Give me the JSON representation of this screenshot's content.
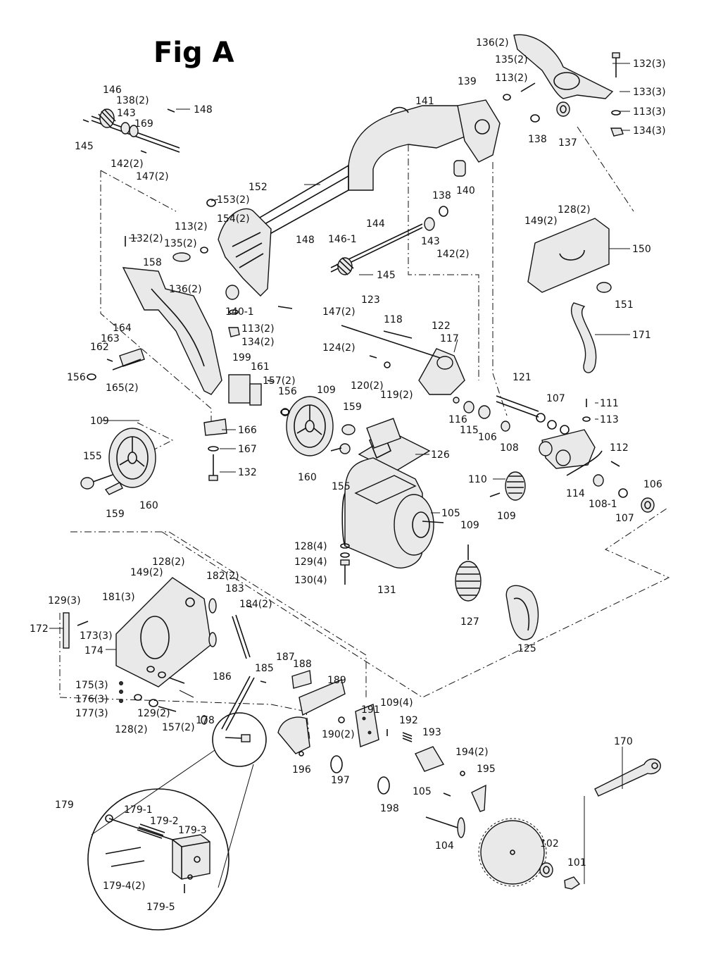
{
  "figure_title": "Fig A",
  "labels": {
    "p146": "146",
    "p138_2": "138(2)",
    "p143": "143",
    "p148": "148",
    "p169": "169",
    "p145": "145",
    "p142_2": "142(2)",
    "p147_2": "147(2)",
    "p136_2": "136(2)",
    "p135_2": "135(2)",
    "p132_3": "132(3)",
    "p139": "139",
    "p113_2a": "113(2)",
    "p133_3": "133(3)",
    "p141": "141",
    "p113_3": "113(3)",
    "p134_3": "134(3)",
    "p138b": "138",
    "p137": "137",
    "p153_2": "153(2)",
    "p152": "152",
    "p154_2": "154(2)",
    "p113_2b": "113(2)",
    "p140": "140",
    "p138c": "138",
    "p149_2a": "149(2)",
    "p128_2a": "128(2)",
    "p132_2": "132(2)",
    "p135_2b": "135(2)",
    "p144": "144",
    "p143b": "143",
    "p142_2b": "142(2)",
    "p150": "150",
    "p148b": "148",
    "p146_1": "146-1",
    "p158": "158",
    "p136_2b": "136(2)",
    "p145b": "145",
    "p140_1": "140-1",
    "p147_2b": "147(2)",
    "p113_2c": "113(2)",
    "p134_2": "134(2)",
    "p151": "151",
    "p123": "123",
    "p164": "164",
    "p163": "163",
    "p118": "118",
    "p122": "122",
    "p117": "117",
    "p171": "171",
    "p124_2": "124(2)",
    "p162": "162",
    "p165_2": "165(2)",
    "p199": "199",
    "p161": "161",
    "p157_2a": "157(2)",
    "p120_2": "120(2)",
    "p119_2": "119(2)",
    "p156a": "156",
    "p156b": "156",
    "p109a": "109",
    "p121": "121",
    "p107a": "107",
    "p111": "111",
    "p109b": "109",
    "p159a": "159",
    "p116": "116",
    "p115": "115",
    "p106a": "106",
    "p113b": "113",
    "p166": "166",
    "p108": "108",
    "p112": "112",
    "p167": "167",
    "p126": "126",
    "p155a": "155",
    "p132b": "132",
    "p114": "114",
    "p110": "110",
    "p106b": "106",
    "p108_1": "108-1",
    "p155b": "155",
    "p160a": "160",
    "p160b": "160",
    "p159b": "159",
    "p109c": "109",
    "p107b": "107",
    "p105a": "105",
    "p109d": "109",
    "p128_4": "128(4)",
    "p129_4": "129(4)",
    "p130_4": "130(4)",
    "p131": "131",
    "p128_2b": "128(2)",
    "p149_2b": "149(2)",
    "p182_2": "182(2)",
    "p181_3": "181(3)",
    "p183": "183",
    "p129_3": "129(3)",
    "p184_2": "184(2)",
    "p127": "127",
    "p172": "172",
    "p173_3": "173(3)",
    "p174": "174",
    "p125": "125",
    "p187": "187",
    "p188": "188",
    "p185": "185",
    "p186": "186",
    "p189": "189",
    "p175_3": "175(3)",
    "p176_3": "176(3)",
    "p109_4": "109(4)",
    "p177_3": "177(3)",
    "p129_2": "129(2)",
    "p191": "191",
    "p192": "192",
    "p178": "178",
    "p190_2": "190(2)",
    "p128_2c": "128(2)",
    "p157_2b": "157(2)",
    "p193": "193",
    "p170": "170",
    "p194_2": "194(2)",
    "p196": "196",
    "p197": "197",
    "p195": "195",
    "p198": "198",
    "p105b": "105",
    "p179": "179",
    "p179_1": "179-1",
    "p179_2": "179-2",
    "p179_3": "179-3",
    "p104": "104",
    "p102": "102",
    "p101": "101",
    "p179_4_2": "179-4(2)",
    "p179_5": "179-5"
  }
}
